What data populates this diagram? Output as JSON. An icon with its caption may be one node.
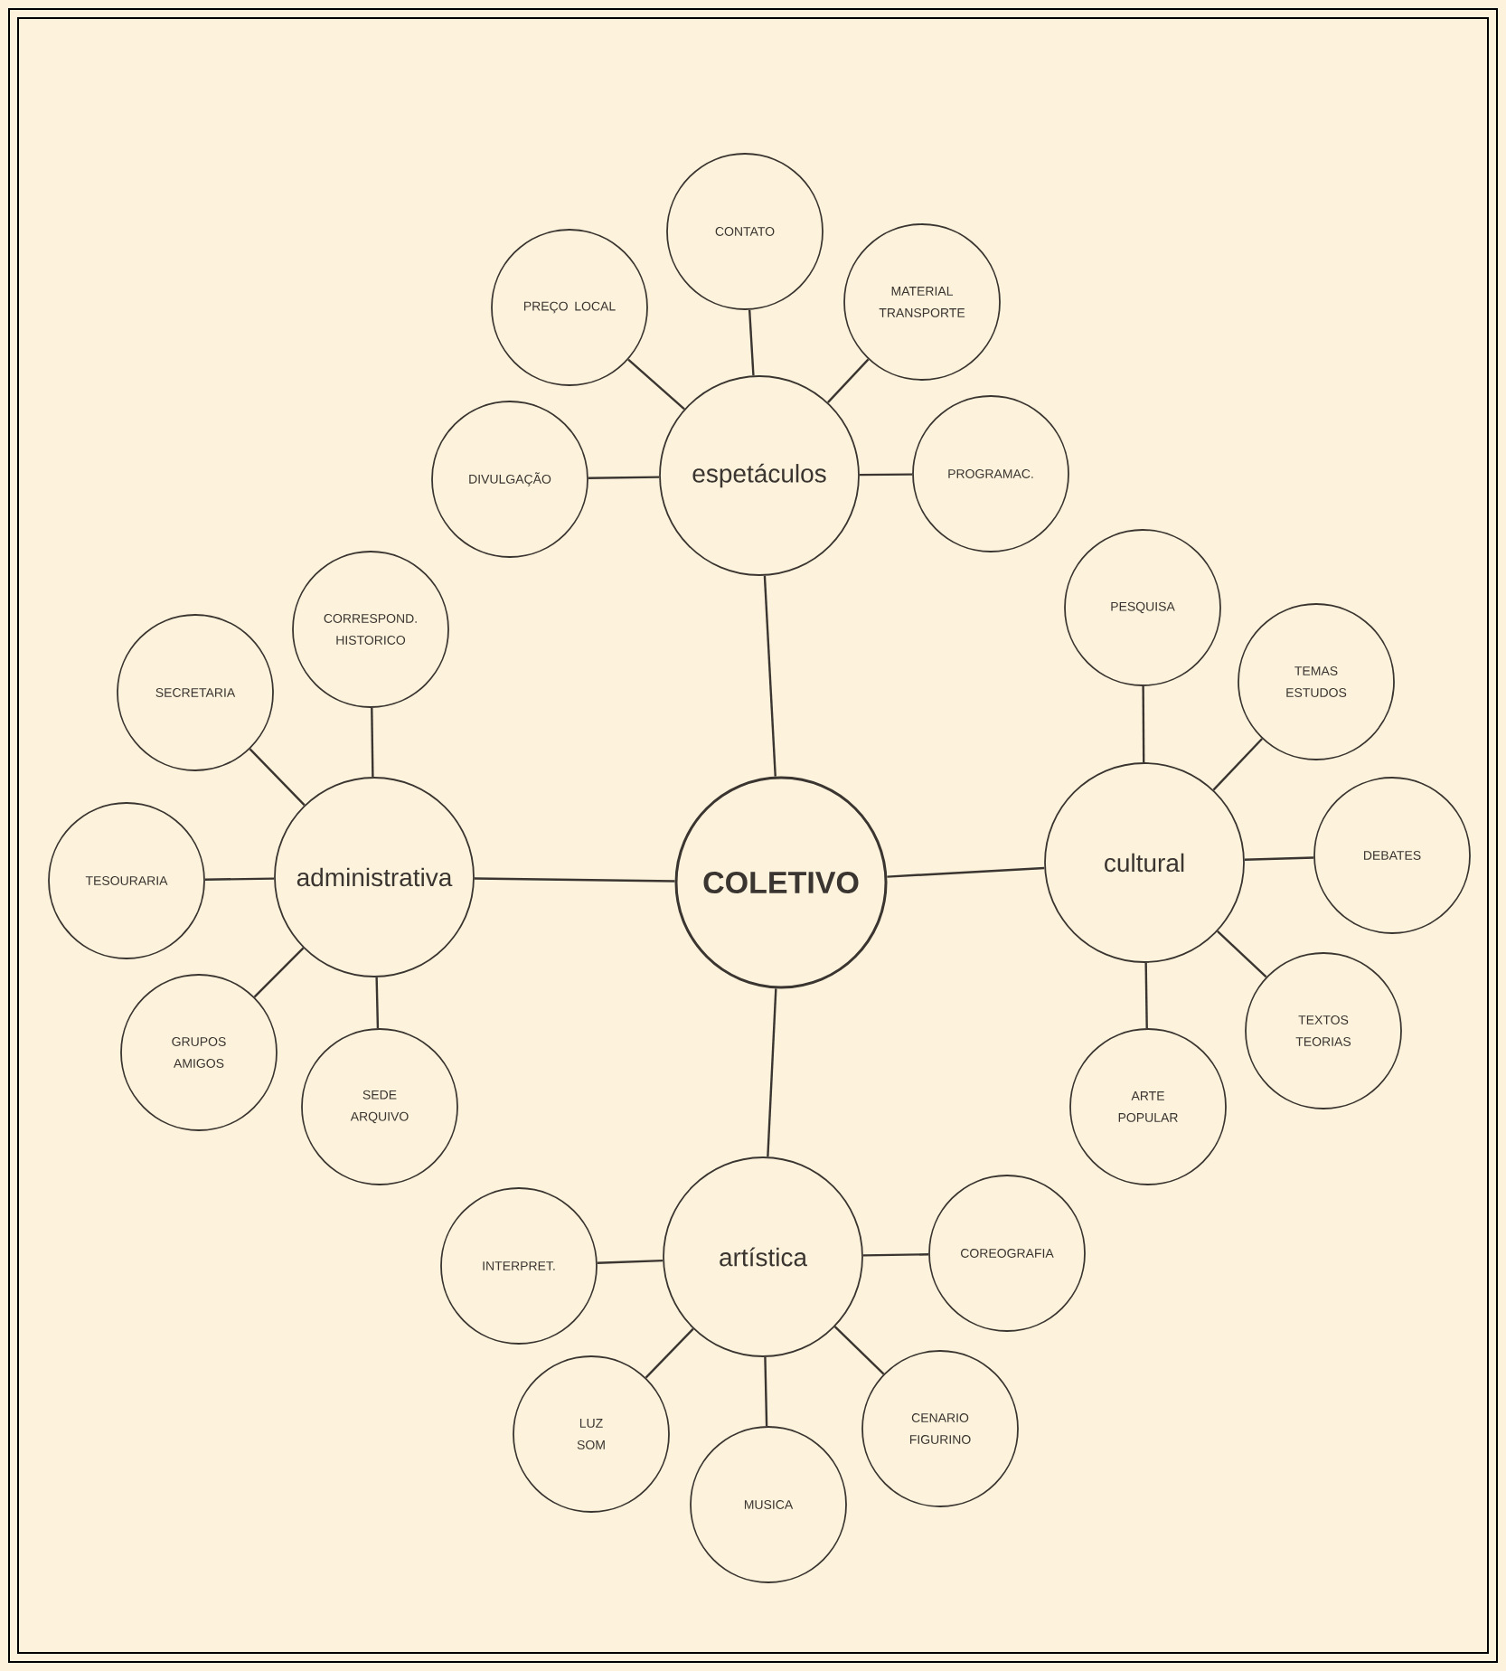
{
  "diagram": {
    "nodes": [
      {
        "text": [
          "COLETIVO"
        ]
      },
      {
        "text": [
          "espetáculos"
        ]
      },
      {
        "text": [
          "CONTATO"
        ]
      },
      {
        "text": [
          "PREÇO LOCAL"
        ]
      },
      {
        "text": [
          "MATERIAL TRANSPORTE"
        ]
      },
      {
        "text": [
          "DIVULGAÇÃO"
        ]
      },
      {
        "text": [
          "PROGRAMAC."
        ]
      },
      {
        "text": [
          "administrativa"
        ]
      },
      {
        "text": [
          "CORRESPOND. HISTORICO"
        ]
      },
      {
        "text": [
          "SECRETARIA"
        ]
      },
      {
        "text": [
          "TESOURARIA"
        ]
      },
      {
        "text": [
          "GRUPOS AMIGOS"
        ]
      },
      {
        "text": [
          "SEDE ARQUIVO"
        ]
      },
      {
        "text": [
          "cultural"
        ]
      },
      {
        "text": [
          "PESQUISA"
        ]
      },
      {
        "text": [
          "TEMAS ESTUDOS"
        ]
      },
      {
        "text": [
          "DEBATES"
        ]
      },
      {
        "text": [
          "TEXTOS TEORIAS"
        ]
      },
      {
        "text": [
          "ARTE POPULAR"
        ]
      },
      {
        "text": [
          "artística"
        ]
      },
      {
        "text": [
          "INTERPRET."
        ]
      },
      {
        "text": [
          "COREOGRAFIA"
        ]
      },
      {
        "text": [
          "LUZ SOM"
        ]
      },
      {
        "text": [
          "MUSICA"
        ]
      },
      {
        "text": [
          "CENARIO FIGURINO"
        ]
      }
    ],
    "edges": [
      {
        "from": 0,
        "to": 1,
        "arrow": "none"
      },
      {
        "from": 1,
        "to": 2,
        "arrow": "none"
      },
      {
        "from": 1,
        "to": 3,
        "arrow": "none"
      },
      {
        "from": 1,
        "to": 4,
        "arrow": "none"
      },
      {
        "from": 1,
        "to": 5,
        "arrow": "none"
      },
      {
        "from": 1,
        "to": 6,
        "arrow": "none"
      },
      {
        "from": 0,
        "to": 7,
        "arrow": "none"
      },
      {
        "from": 7,
        "to": 8,
        "arrow": "none"
      },
      {
        "from": 7,
        "to": 9,
        "arrow": "none"
      },
      {
        "from": 7,
        "to": 10,
        "arrow": "none"
      },
      {
        "from": 7,
        "to": 11,
        "arrow": "none"
      },
      {
        "from": 7,
        "to": 12,
        "arrow": "none"
      },
      {
        "from": 0,
        "to": 13,
        "arrow": "none"
      },
      {
        "from": 13,
        "to": 14,
        "arrow": "none"
      },
      {
        "from": 13,
        "to": 15,
        "arrow": "none"
      },
      {
        "from": 13,
        "to": 16,
        "arrow": "none"
      },
      {
        "from": 13,
        "to": 17,
        "arrow": "none"
      },
      {
        "from": 13,
        "to": 18,
        "arrow": "none"
      },
      {
        "from": 0,
        "to": 19,
        "arrow": "none"
      },
      {
        "from": 19,
        "to": 20,
        "arrow": "none"
      },
      {
        "from": 19,
        "to": 21,
        "arrow": "none"
      },
      {
        "from": 19,
        "to": 22,
        "arrow": "none"
      },
      {
        "from": 19,
        "to": 23,
        "arrow": "none"
      },
      {
        "from": 19,
        "to": 24,
        "arrow": "none"
      }
    ]
  }
}
